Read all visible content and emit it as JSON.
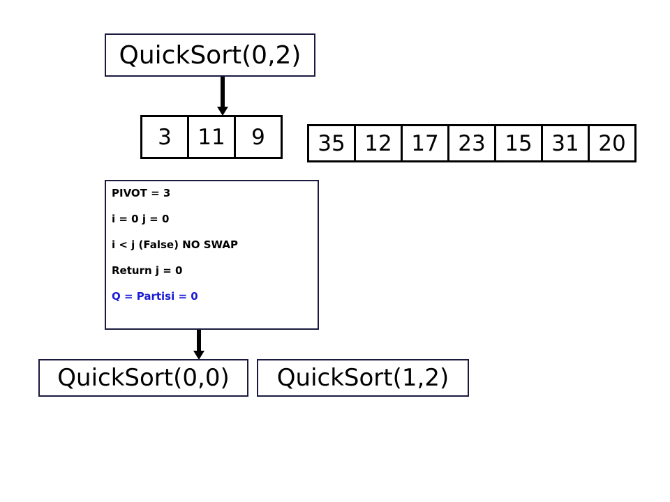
{
  "diagram": {
    "title_call": "QuickSort(0,2)",
    "arrays": [
      {
        "name": "subarray-left",
        "values": [
          "3",
          "11",
          "9"
        ]
      },
      {
        "name": "subarray-right",
        "values": [
          "35",
          "12",
          "17",
          "23",
          "15",
          "31",
          "20"
        ]
      }
    ],
    "info": {
      "lines": [
        "PIVOT = 3",
        "i = 0 j = 0",
        "i < j  (False)   NO SWAP",
        "Return j = 0"
      ],
      "result": "Q = Partisi = 0",
      "result_color": "#1a1ad6"
    },
    "child_calls": [
      "QuickSort(0,0)",
      "QuickSort(1,2)"
    ],
    "arrows": [
      {
        "name": "arrow-root-to-array"
      },
      {
        "name": "arrow-info-to-children"
      }
    ]
  }
}
